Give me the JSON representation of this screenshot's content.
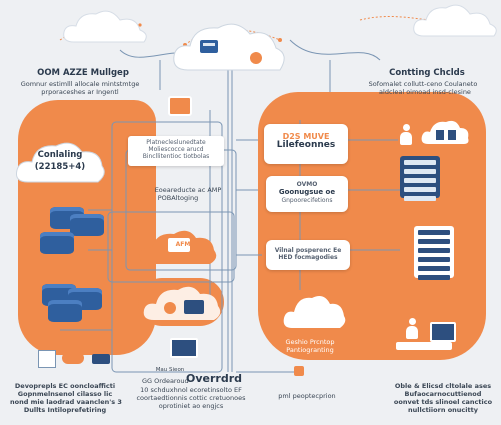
{
  "top_left": {
    "title": "OOM AZZE Mullgep",
    "line1": "Gomnur estimlll allocale mintstmtge",
    "line2": "prporaceshes ar Ingentl"
  },
  "top_right": {
    "title": "Contting Chclds",
    "line1": "Sofomalet collutt-ceno Coulaneto",
    "line2": "aldcleal oimoad insd-clesine"
  },
  "left_cloud": {
    "line1": "Conlaling",
    "line2": "(22185+4)"
  },
  "center_top_card": {
    "line1": "Platnecleslunedtate",
    "line2": "Moliescocce arucd",
    "line3": "Bincllitentioc tiotbolas"
  },
  "center_mid_label": {
    "line1": "Eoeareducte ac AMP",
    "line2": "POBAltoging"
  },
  "center_cloud_label": "AFM",
  "right_card_1": {
    "line1": "D2S MUVE",
    "line2": "Lilefeonnes"
  },
  "right_card_2": {
    "line1": "OVMO",
    "line2": "Goonugsue oe",
    "line3": "Gnpoorecifetions"
  },
  "right_card_3": {
    "line1": "Vilnal posperenc Ee",
    "line2": "HED focmagodies"
  },
  "right_cloud_caption": {
    "line1": "Geshio Prcntop",
    "line2": "Pantiogranting"
  },
  "bottom_left": {
    "line1": "Devoprepls EC ooncloafficti",
    "line2": "Gopnmelnsenol cilasso lic",
    "line3": "nond mie laodrad vaanclen's 3",
    "line4": "Dullts Intiloprefetiring"
  },
  "bottom_center": {
    "label_small": "Mau Sieon",
    "title": "Overrdrd",
    "prefix": "GG Ordearoud",
    "line2": "10 schduxhnol ecoretinsolto EF",
    "line3": "coortaedtionnis cottic cretuonoes",
    "line4": "oprotiniet ao engjcs"
  },
  "bottom_mid": {
    "line1": "pml peoptecprion"
  },
  "bottom_right": {
    "line1": "Oble & Elicsd cltolale ases",
    "line2": "Bufaocarnocuttienod",
    "line3": "oonvet tds slinoel canctico",
    "line4": "nullctiiorn onucitty"
  },
  "colors": {
    "orange": "#f08a4b",
    "navy": "#2d4f7f",
    "blue": "#2f5f9e",
    "wire": "#7a95b3",
    "background": "#eef0f3"
  }
}
